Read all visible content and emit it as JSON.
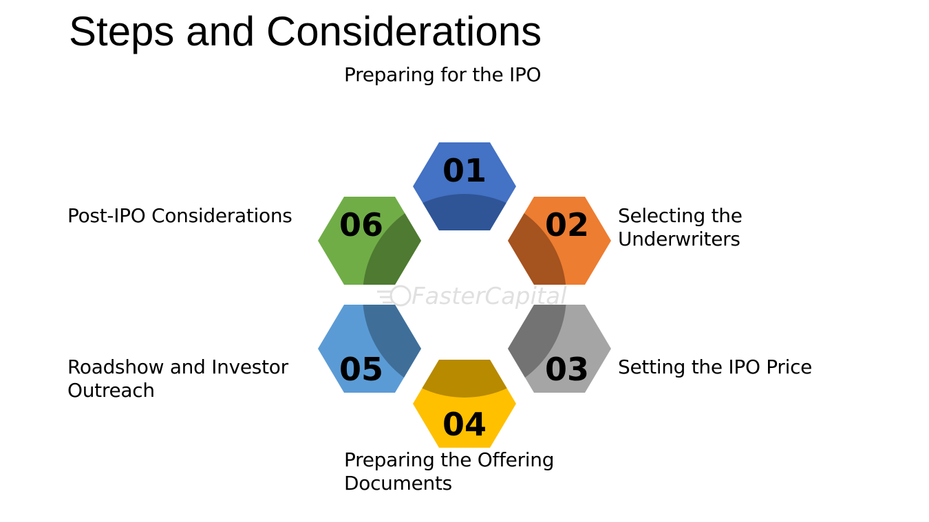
{
  "title": "Steps and Considerations",
  "steps": [
    {
      "number": "01",
      "label_lines": [
        "Preparing for the IPO"
      ],
      "color": "#4472c4",
      "shade": "#2f5597"
    },
    {
      "number": "02",
      "label_lines": [
        "Selecting the",
        "Underwriters"
      ],
      "color": "#ed7d31",
      "shade": "#a5531f"
    },
    {
      "number": "03",
      "label_lines": [
        "Setting the IPO Price"
      ],
      "color": "#a5a5a5",
      "shade": "#737373"
    },
    {
      "number": "04",
      "label_lines": [
        "Preparing the Offering",
        "Documents"
      ],
      "color": "#ffc000",
      "shade": "#b78a00"
    },
    {
      "number": "05",
      "label_lines": [
        "Roadshow and Investor",
        "Outreach"
      ],
      "color": "#5b9bd5",
      "shade": "#3f6f99"
    },
    {
      "number": "06",
      "label_lines": [
        "Post-IPO Considerations"
      ],
      "color": "#70ad47",
      "shade": "#4e7a31"
    }
  ],
  "watermark": "FasterCapital"
}
